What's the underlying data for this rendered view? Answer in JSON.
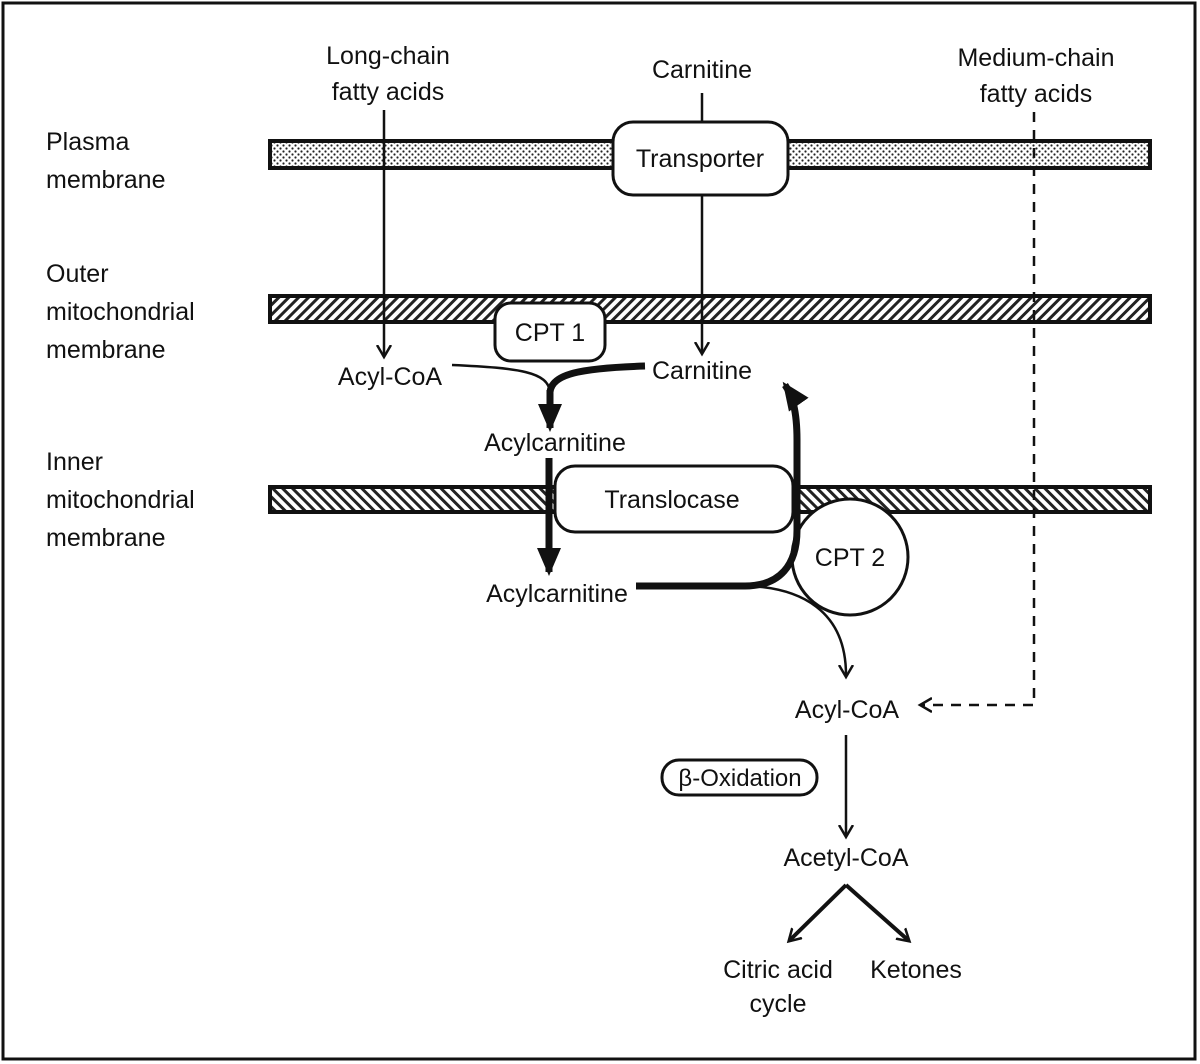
{
  "membranes": {
    "plasma": [
      "Plasma",
      "membrane"
    ],
    "outer": [
      "Outer",
      "mitochondrial",
      "membrane"
    ],
    "inner": [
      "Inner",
      "mitochondrial",
      "membrane"
    ]
  },
  "inputs": {
    "long_chain": [
      "Long-chain",
      "fatty acids"
    ],
    "carnitine_top": "Carnitine",
    "medium_chain": [
      "Medium-chain",
      "fatty acids"
    ]
  },
  "proteins": {
    "transporter": "Transporter",
    "cpt1": "CPT 1",
    "translocase": "Translocase",
    "cpt2": "CPT 2",
    "beta_oxidation": "β-Oxidation"
  },
  "metabolites": {
    "acyl_coa_cytosol": "Acyl-CoA",
    "carnitine_ims": "Carnitine",
    "acylcarnitine_ims": "Acylcarnitine",
    "acylcarnitine_matrix": "Acylcarnitine",
    "acyl_coa_matrix": "Acyl-CoA",
    "acetyl_coa": "Acetyl-CoA",
    "citric_acid_cycle": [
      "Citric acid",
      "cycle"
    ],
    "ketones": "Ketones"
  }
}
